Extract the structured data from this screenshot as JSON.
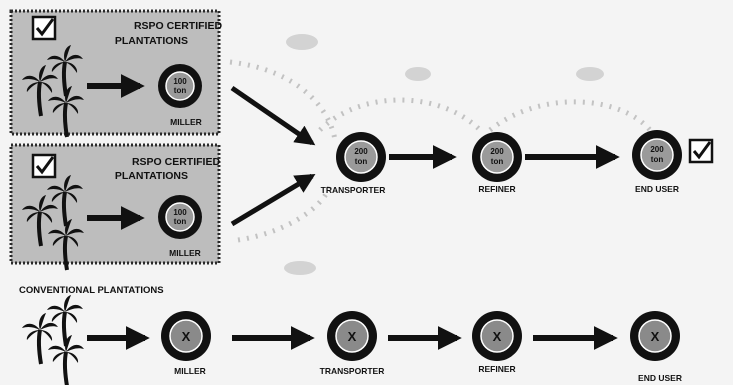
{
  "box1": {
    "title_line1": "RSPO CERTIFIED",
    "title_line2": "PLANTATIONS",
    "circle_top": "100",
    "circle_bottom": "ton",
    "miller_label": "MILLER"
  },
  "box2": {
    "title_line1": "RSPO CERTIFIED",
    "title_line2": "PLANTATIONS",
    "circle_top": "100",
    "circle_bottom": "ton",
    "miller_label": "MILLER"
  },
  "chain": {
    "transporter": {
      "circle_top": "200",
      "circle_bottom": "ton",
      "label": "TRANSPORTER"
    },
    "refiner": {
      "circle_top": "200",
      "circle_bottom": "ton",
      "label": "REFINER"
    },
    "end_user": {
      "circle_top": "200",
      "circle_bottom": "ton",
      "label": "END USER"
    }
  },
  "conventional": {
    "heading": "CONVENTIONAL PLANTATIONS",
    "x_mark": "X",
    "miller_label": "MILLER",
    "transporter_label": "TRANSPORTER",
    "refiner_label": "REFINER",
    "end_user_label": "END USER"
  },
  "icons": {
    "checkbox": "checked-box-icon",
    "palm": "palm-tree-icon",
    "arrow": "arrow-icon"
  }
}
